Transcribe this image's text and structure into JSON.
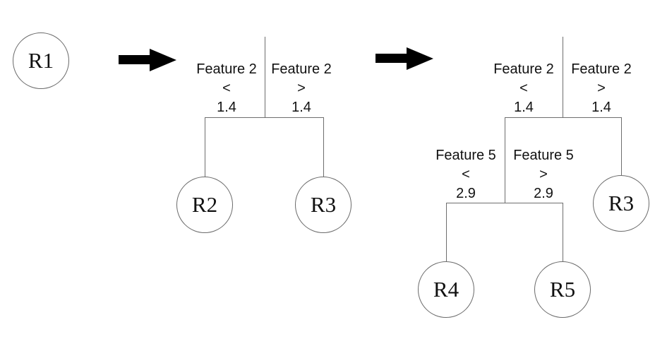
{
  "colors": {
    "background": "#ffffff",
    "line": "#6e6e6e",
    "text": "#111111",
    "arrow": "#000000"
  },
  "root": {
    "label": "R1"
  },
  "arrows": {
    "first": "right-arrow",
    "second": "right-arrow"
  },
  "tree1": {
    "left_branch": {
      "feature": "Feature 2",
      "op": "<",
      "value": "1.4"
    },
    "right_branch": {
      "feature": "Feature 2",
      "op": ">",
      "value": "1.4"
    },
    "left_leaf": "R2",
    "right_leaf": "R3"
  },
  "tree2": {
    "top_left_branch": {
      "feature": "Feature 2",
      "op": "<",
      "value": "1.4"
    },
    "top_right_branch": {
      "feature": "Feature 2",
      "op": ">",
      "value": "1.4"
    },
    "mid_left_branch": {
      "feature": "Feature 5",
      "op": "<",
      "value": "2.9"
    },
    "mid_right_branch": {
      "feature": "Feature 5",
      "op": ">",
      "value": "2.9"
    },
    "right_leaf": "R3",
    "bottom_left_leaf": "R4",
    "bottom_right_leaf": "R5"
  }
}
